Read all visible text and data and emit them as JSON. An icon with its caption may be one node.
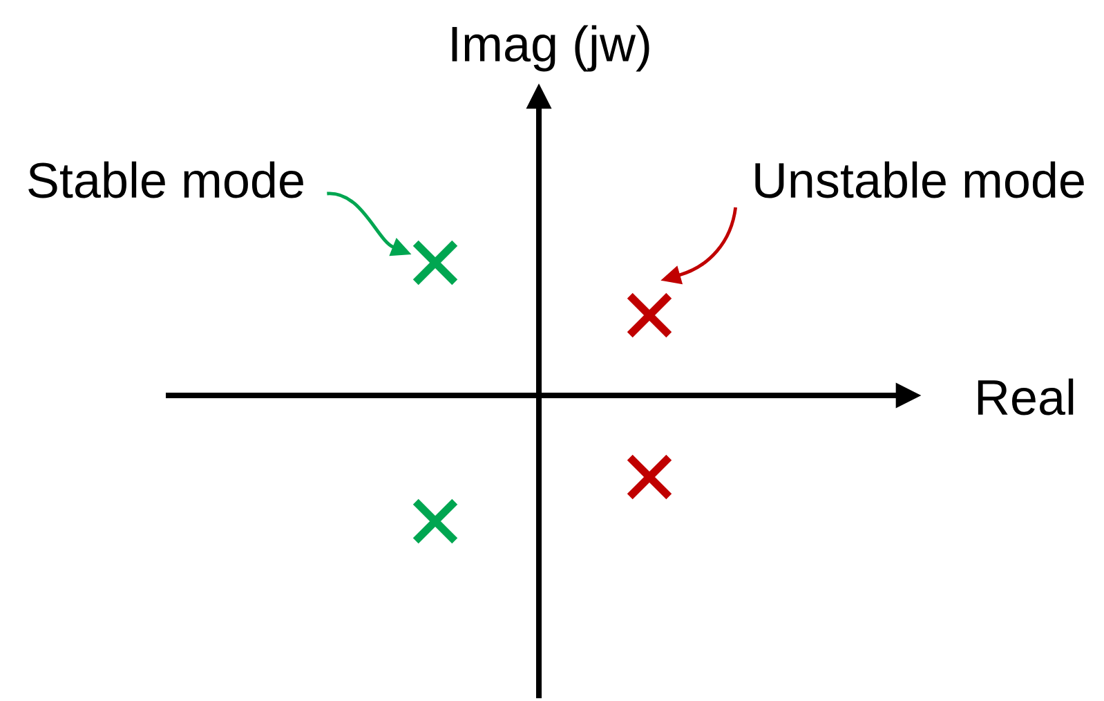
{
  "diagram": {
    "nodes": [
      {
        "text": [
          "Stable mode"
        ]
      },
      {
        "text": [],
        "shape": "cross"
      },
      {
        "text": [
          "Unstable mode"
        ]
      },
      {
        "text": [],
        "shape": "cross"
      },
      {
        "text": [],
        "shape": "cross"
      },
      {
        "text": [],
        "shape": "cross"
      }
    ],
    "edges": [
      {
        "from": 0,
        "to": 1,
        "arrow": "to",
        "color": "#00a651"
      },
      {
        "from": 2,
        "to": 3,
        "arrow": "to",
        "color": "#c00000"
      }
    ],
    "labels": [
      "Imag (jw)",
      "Real"
    ]
  }
}
